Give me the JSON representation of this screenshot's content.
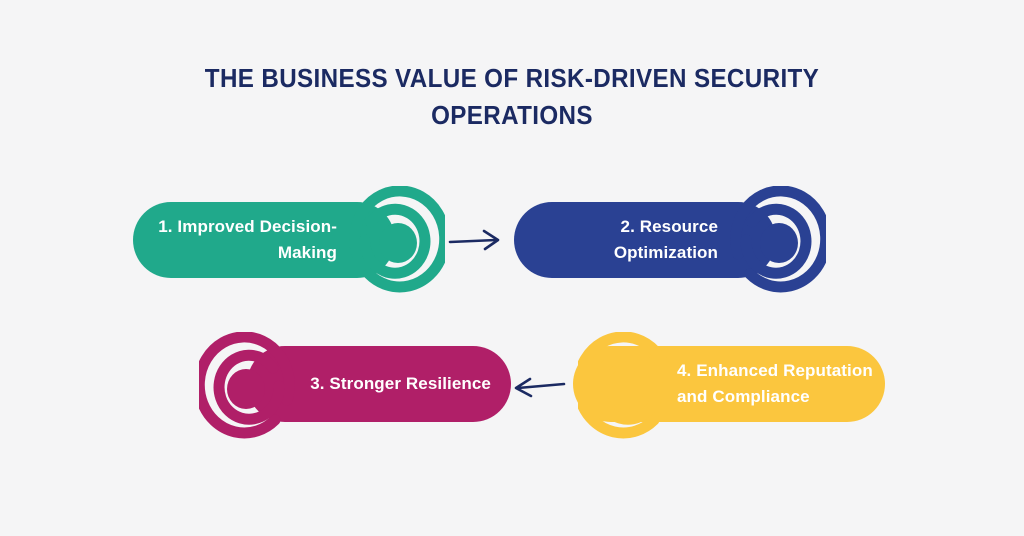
{
  "page": {
    "background_color": "#f5f5f6",
    "title": "THE BUSINESS VALUE OF RISK-DRIVEN SECURITY\nOPERATIONS",
    "title_color": "#1b2a62"
  },
  "diagram": {
    "type": "process-flow",
    "step_count": 4,
    "steps": [
      {
        "number": "1",
        "label": "1. Improved Decision-\nMaking",
        "color": "#20a98b",
        "color_name": "teal",
        "text_color": "#ffffff",
        "icon": "concentric-rings-icon",
        "icon_side": "right",
        "text_align": "right"
      },
      {
        "number": "2",
        "label": "2. Resource\nOptimization",
        "color": "#2a4193",
        "color_name": "navy",
        "text_color": "#ffffff",
        "icon": "concentric-rings-icon",
        "icon_side": "right",
        "text_align": "right"
      },
      {
        "number": "3",
        "label": "3. Stronger Resilience",
        "color": "#b01f68",
        "color_name": "magenta",
        "text_color": "#ffffff",
        "icon": "concentric-rings-icon",
        "icon_side": "left",
        "text_align": "right"
      },
      {
        "number": "4",
        "label": "4. Enhanced Reputation\nand Compliance",
        "color": "#fbc63e",
        "color_name": "yellow",
        "text_color": "#ffffff",
        "icon": "concentric-rings-icon",
        "icon_side": "left",
        "text_align": "left"
      }
    ],
    "connectors": [
      {
        "name": "arrow-step1-to-step2",
        "direction": "right",
        "color": "#1b2a62",
        "from": "1",
        "to": "2"
      },
      {
        "name": "arrow-step4-to-step3",
        "direction": "left",
        "color": "#1b2a62",
        "from": "4",
        "to": "3"
      }
    ]
  }
}
